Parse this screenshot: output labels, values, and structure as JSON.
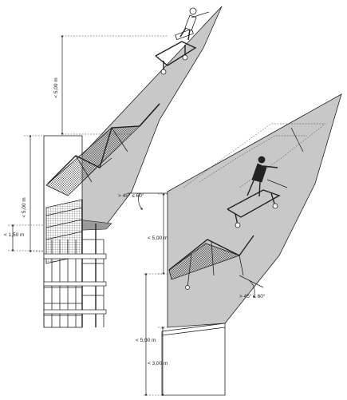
{
  "labels": {
    "left_upper_height": "< 5,00 m",
    "left_lower_height": "< 5,00 m",
    "left_small_height": "< 1,50 m",
    "right_angle_upper": "> 45° ≤ 60°",
    "right_upper_height": "< 5,00 m",
    "right_angle_lower": "> 45° ≤ 60°",
    "right_lower_height": "< 5,00 m",
    "right_small_height": "< 3,00 m"
  },
  "colors": {
    "roof": "#c8c8c8",
    "roof_dark": "#b5b5b5",
    "line": "#222222",
    "wall": "#ffffff"
  }
}
